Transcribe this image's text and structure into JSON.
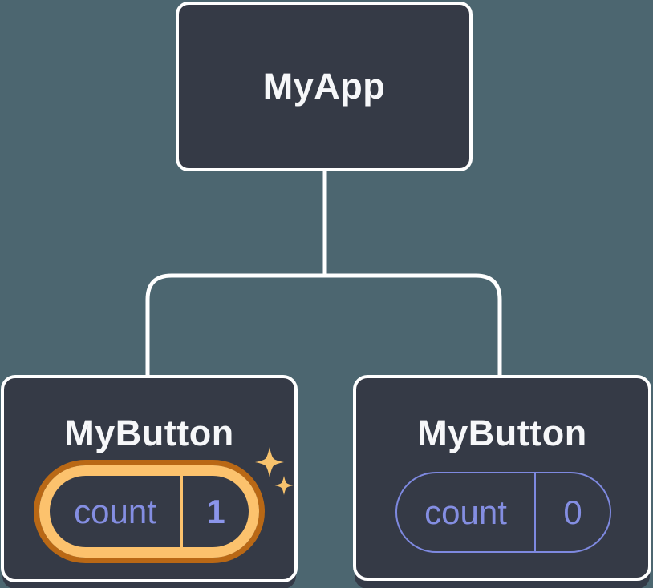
{
  "diagram": {
    "description": "React component tree showing state update",
    "colors": {
      "background": "#4C6670",
      "node_fill": "#353A46",
      "node_border": "#FFFFFF",
      "connector": "#FFFFFF",
      "highlight_gold": "#FCC26D",
      "highlight_outline": "#B96815",
      "state_purple": "#848EE2",
      "sparkle_gold": "#F8C36D",
      "title_text": "#F6F7F9"
    },
    "root": {
      "label": "MyApp"
    },
    "children": [
      {
        "label": "MyButton",
        "state": {
          "name": "count",
          "value": "1"
        },
        "highlighted": true,
        "icon": "sparkles-icon"
      },
      {
        "label": "MyButton",
        "state": {
          "name": "count",
          "value": "0"
        },
        "highlighted": false
      }
    ]
  }
}
